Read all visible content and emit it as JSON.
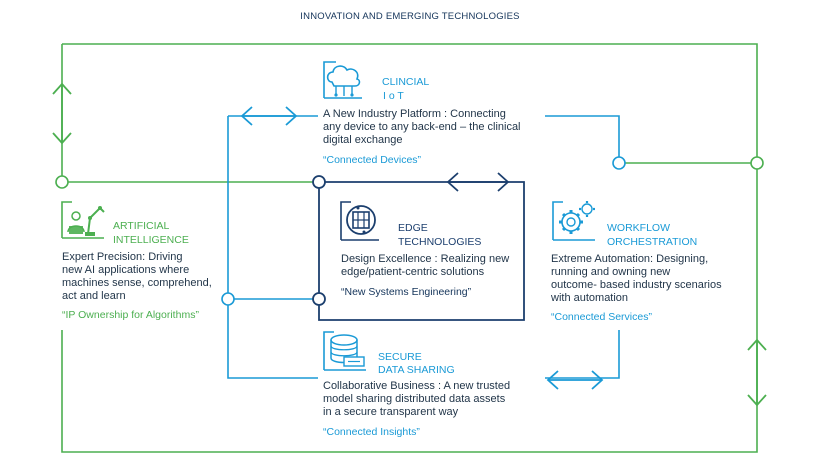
{
  "title": "INNOVATION AND EMERGING TECHNOLOGIES",
  "iot": {
    "heading_line1": "CLINCIAL",
    "heading_line2": "I o T",
    "desc_line1": "A New Industry Platform    : Connecting",
    "desc_line2": "any device to any back-end – the clinical",
    "desc_line3": "digital exchange",
    "quote": "“Connected Devices”",
    "icon": "cloud-circuit-icon"
  },
  "ai": {
    "heading_line1": "ARTIFICIAL",
    "heading_line2": "INTELLIGENCE",
    "desc_line1": "Expert  Precision:  Driving",
    "desc_line2": "new AI applications where",
    "desc_line3": "machines sense, comprehend,",
    "desc_line4": "act and learn",
    "quote": "“IP Ownership for Algorithms”",
    "icon": "robot-arm-person-icon"
  },
  "edge": {
    "heading_line1": "EDGE",
    "heading_line2": "TECHNOLOGIES",
    "desc_line1": "Design Excellence    : Realizing new",
    "desc_line2": "edge/patient-centric solutions",
    "quote": "“New Systems Engineering”",
    "icon": "chip-circuit-icon"
  },
  "workflow": {
    "heading_line1": "WORKFLOW",
    "heading_line2": "ORCHESTRATION",
    "desc_line1": "Extreme  Automation:  Designing,",
    "desc_line2": "running and owning new",
    "desc_line3": "outcome- based industry scenarios",
    "desc_line4": "with automation",
    "quote": "“Connected Services”",
    "icon": "gears-icon"
  },
  "secure": {
    "heading_line1": "SECURE",
    "heading_line2": "DATA SHARING",
    "desc_line1": "Collaborative Business     : A new trusted",
    "desc_line2": "model sharing distributed data assets",
    "desc_line3": "in a secure transparent way",
    "quote": "“Connected Insights”",
    "icon": "database-icon"
  },
  "colors": {
    "green": "#4caf50",
    "blue": "#1a9ad6",
    "navy": "#1c3f6e"
  }
}
